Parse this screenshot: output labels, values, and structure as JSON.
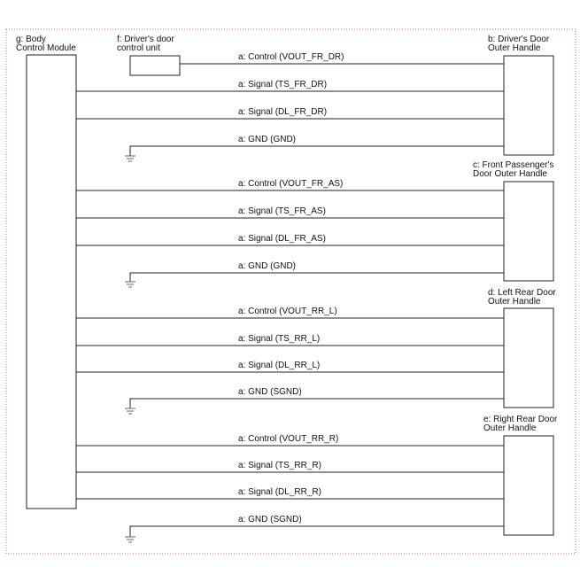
{
  "colors": {
    "border": "#e06060",
    "line": "#222222",
    "ground": "#666666"
  },
  "components": {
    "bcm": {
      "line1": "g: Body",
      "line2": "Control Module"
    },
    "driver_unit": {
      "line1": "f: Driver's door",
      "line2": "control unit"
    },
    "handles": [
      {
        "line1": "b: Driver's Door",
        "line2": "Outer Handle"
      },
      {
        "line1": "c: Front Passenger's",
        "line2": "Door Outer Handle"
      },
      {
        "line1": "d: Left Rear Door",
        "line2": "Outer Handle"
      },
      {
        "line1": "e: Right Rear Door",
        "line2": "Outer Handle"
      }
    ]
  },
  "groups": [
    {
      "wires": [
        "a: Control (VOUT_FR_DR)",
        "a: Signal (TS_FR_DR)",
        "a: Signal (DL_FR_DR)",
        "a: GND (GND)"
      ]
    },
    {
      "wires": [
        "a: Control (VOUT_FR_AS)",
        "a: Signal (TS_FR_AS)",
        "a: Signal (DL_FR_AS)",
        "a: GND (GND)"
      ]
    },
    {
      "wires": [
        "a: Control (VOUT_RR_L)",
        "a: Signal (TS_RR_L)",
        "a: Signal (DL_RR_L)",
        "a: GND (SGND)"
      ]
    },
    {
      "wires": [
        "a: Control (VOUT_RR_R)",
        "a: Signal (TS_RR_R)",
        "a: Signal (DL_RR_R)",
        "a: GND (SGND)"
      ]
    }
  ]
}
